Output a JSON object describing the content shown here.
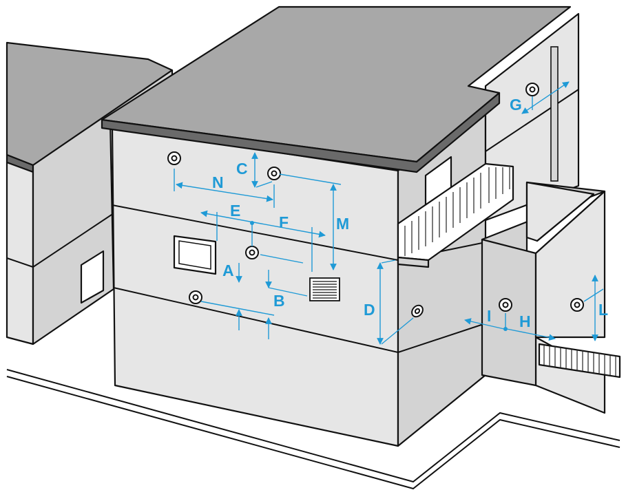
{
  "colors": {
    "dimension": "#1f9ad6",
    "wall": "#e6e6e6",
    "wall_shade": "#d3d3d3",
    "roof_top": "#a8a8a8",
    "roof_edge": "#6a6a6a",
    "outline": "#111111"
  },
  "labels": {
    "a": "A",
    "b": "B",
    "c": "C",
    "d": "D",
    "e": "E",
    "f": "F",
    "g": "G",
    "h": "H",
    "i": "I",
    "l": "L",
    "m": "M",
    "n": "N"
  },
  "icons": {
    "terminal": "flue-terminal-icon",
    "vent_grille": "vent-grille-icon",
    "window": "window-icon",
    "door": "door-icon"
  }
}
